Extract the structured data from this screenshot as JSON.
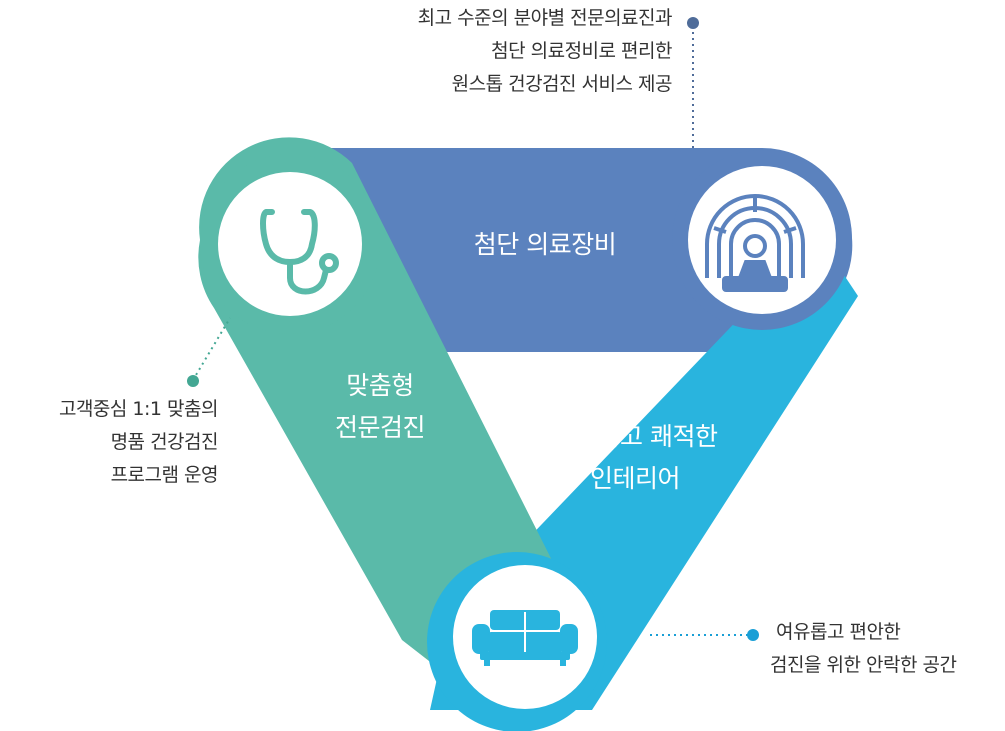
{
  "callouts": {
    "top": [
      "최고 수준의 분야별 전문의료진과",
      "첨단 의료정비로 편리한",
      "원스톱 건강검진 서비스 제공"
    ],
    "left": [
      "고객중심 1:1 맞춤의",
      "명품 건강검진",
      "프로그램 운영"
    ],
    "bottom": [
      "여유롭고 편안한",
      "검진을 위한 안락한 공간"
    ]
  },
  "bands": {
    "equipment": [
      "첨단 의료장비"
    ],
    "checkup": [
      "맞춤형",
      "전문검진"
    ],
    "interior": [
      "편안하고 쾌적한",
      "인테리어"
    ]
  },
  "icons": {
    "equipment": "mri-scanner-icon",
    "checkup": "stethoscope-icon",
    "interior": "sofa-icon"
  },
  "colors": {
    "blue": "#5b82be",
    "green": "#5abaa9",
    "cyan": "#29b4de",
    "blue_dot": "#4f6c99",
    "green_dot": "#43a793",
    "cyan_dot": "#1a9fd6",
    "text": "#333333"
  }
}
